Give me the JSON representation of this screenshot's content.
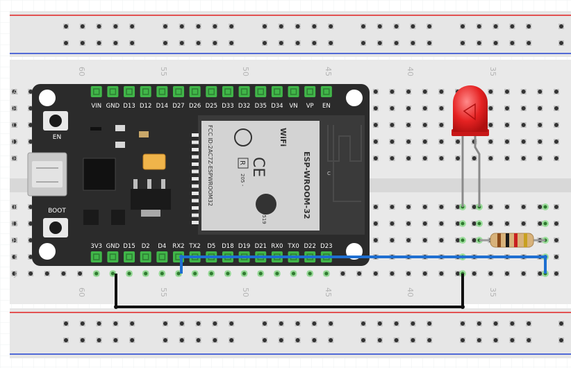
{
  "breadboard": {
    "row_letters_left": [
      "A",
      "B",
      "C",
      "D",
      "E",
      "F",
      "G",
      "H",
      "I",
      "J"
    ],
    "column_numbers_top": [
      "60",
      "55",
      "50",
      "45",
      "40",
      "35"
    ],
    "column_numbers_bottom": [
      "60",
      "55",
      "50",
      "45",
      "40",
      "35"
    ]
  },
  "esp32": {
    "top_pins": [
      "VIN",
      "GND",
      "D13",
      "D12",
      "D14",
      "D27",
      "D26",
      "D25",
      "D33",
      "D32",
      "D35",
      "D34",
      "VN",
      "VP",
      "EN"
    ],
    "bottom_pins": [
      "3V3",
      "GND",
      "D15",
      "D2",
      "D4",
      "RX2",
      "TX2",
      "D5",
      "D18",
      "D19",
      "D21",
      "RX0",
      "TX0",
      "D22",
      "D23"
    ],
    "button_en_label": "EN",
    "button_boot_label": "BOOT",
    "module": {
      "fcc_id": "FCC ID:2AC7Z-ESPWROOM32",
      "model": "ESP-WROOM-32",
      "wifi": "WiFi",
      "ce": "CE",
      "r_mark": "R",
      "cert_left": "205 -",
      "cert_right": "000519",
      "antenna_c": "C"
    }
  },
  "colors": {
    "board_bg": "#e7e7e7",
    "esp32_pcb": "#2b2b2b",
    "pin_green": "#41b649",
    "wire_blue": "#1f6fd1",
    "wire_black": "#111111",
    "led_red": "#e02020",
    "rail_red": "#e02020",
    "rail_blue": "#2040d0"
  }
}
